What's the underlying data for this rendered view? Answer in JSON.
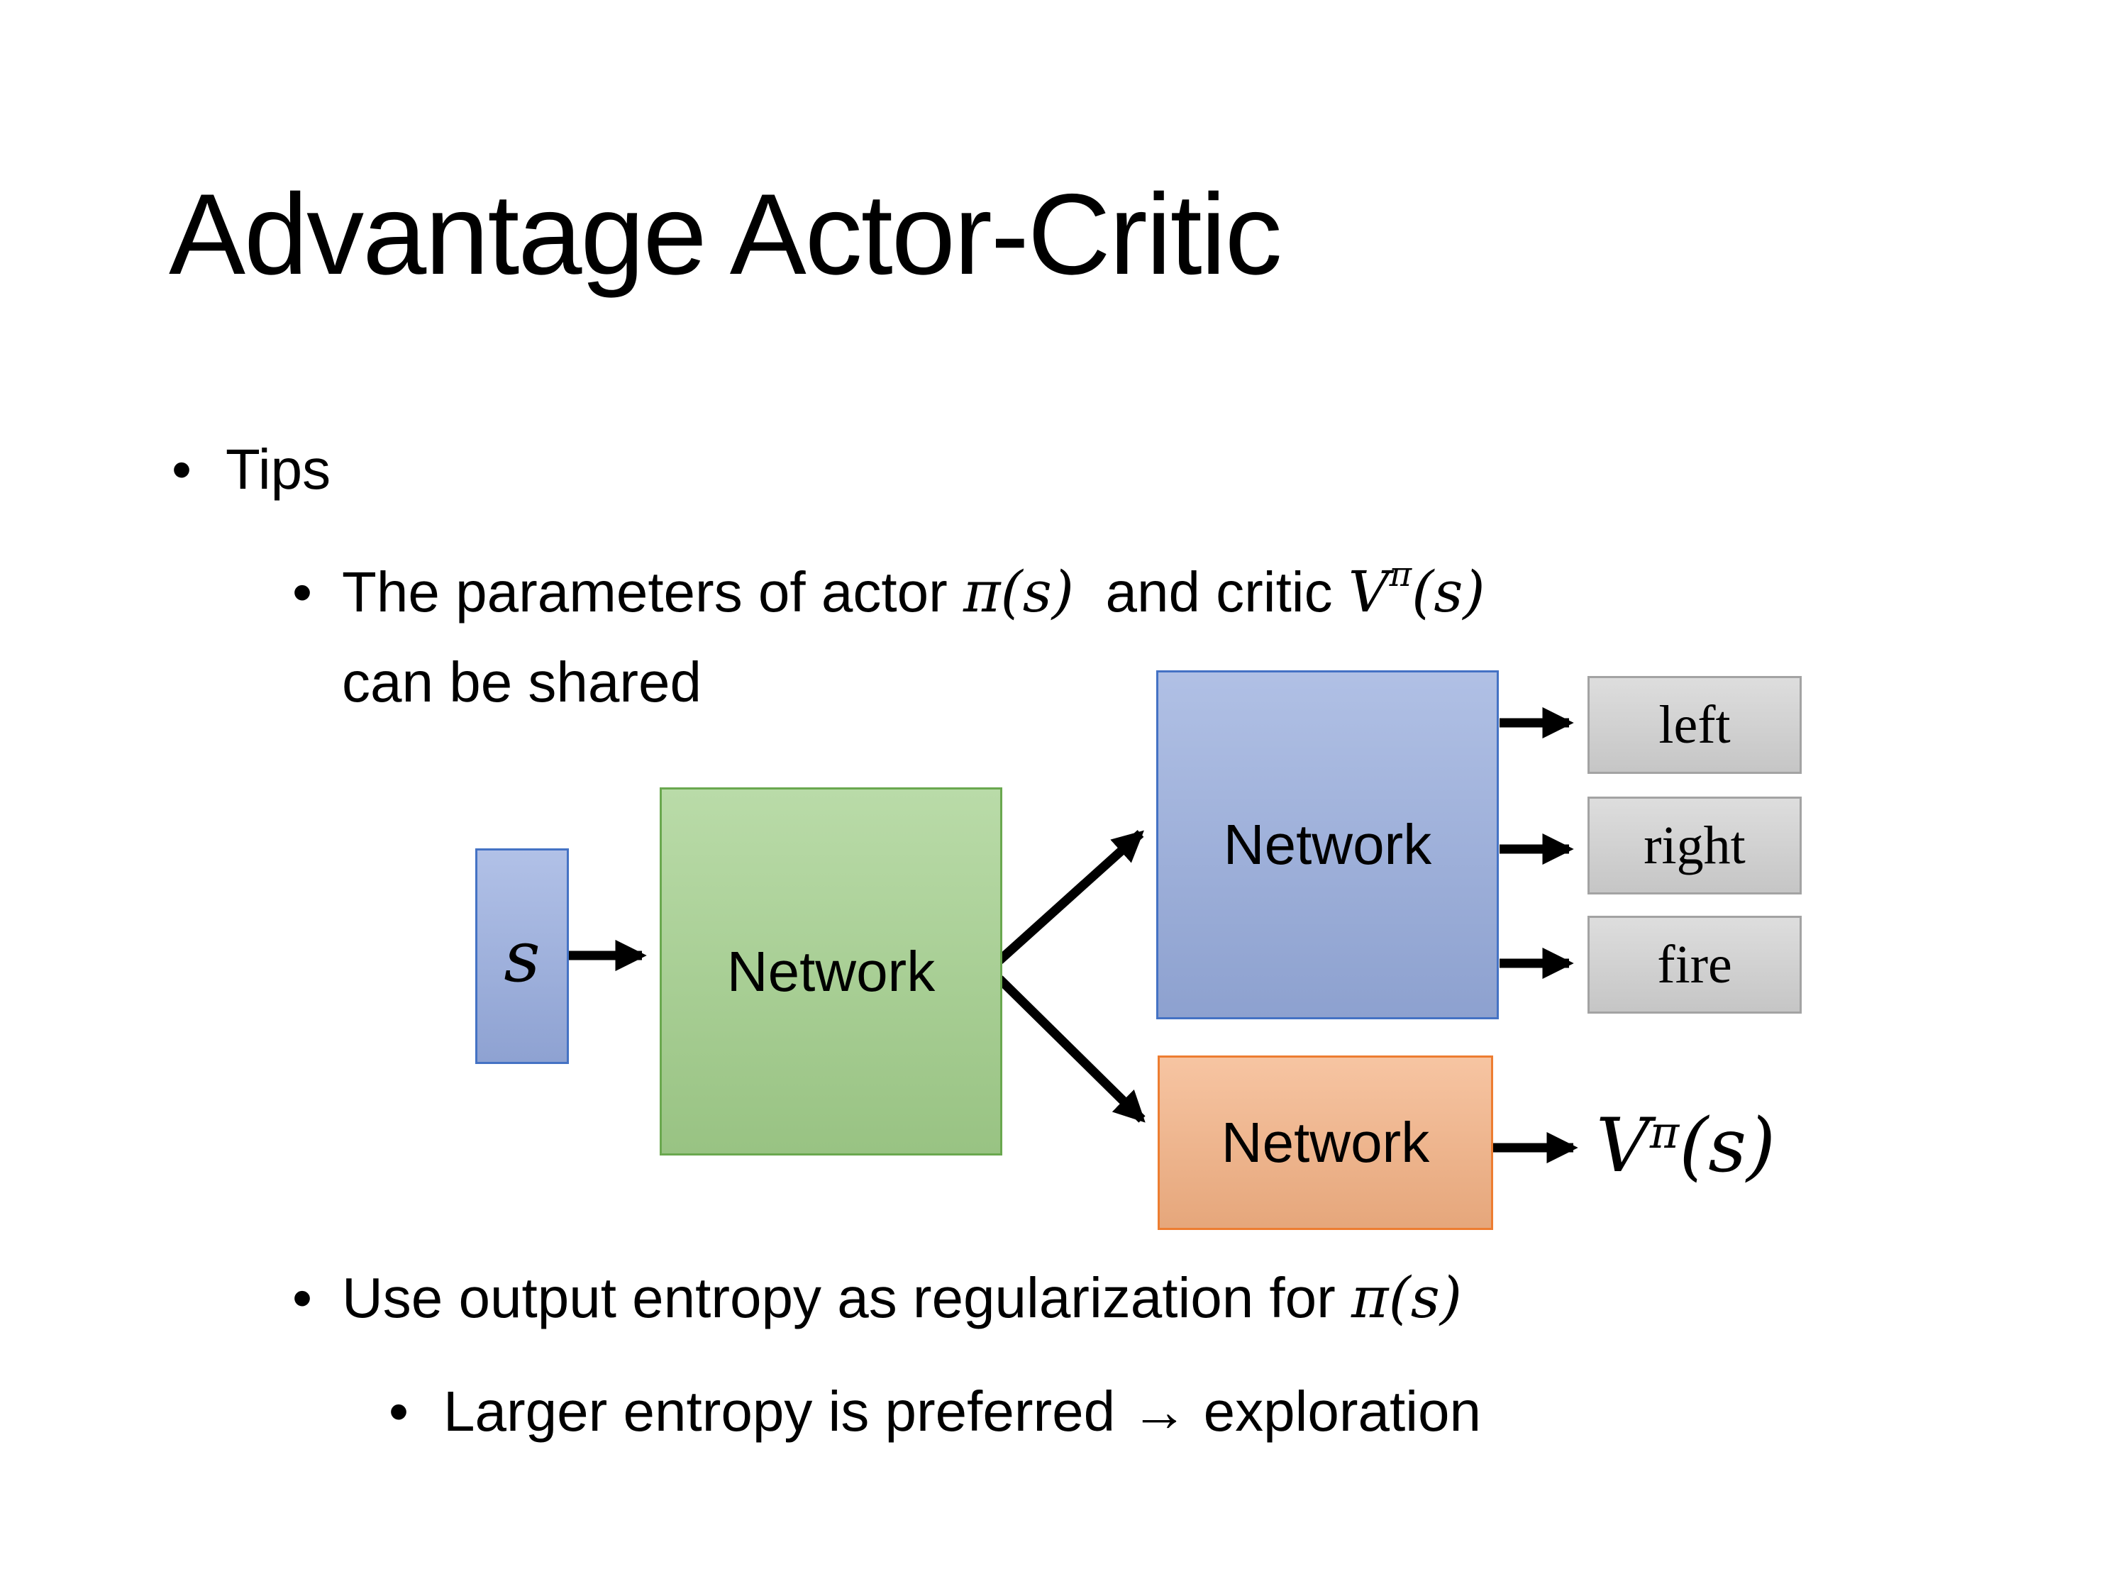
{
  "title": "Advantage Actor-Critic",
  "bullet_char": "•",
  "bullets": {
    "tips": "Tips",
    "param_pre": "The parameters of actor ",
    "param_math1": "π(s)",
    "param_mid": "  and critic ",
    "param_v": "V",
    "param_v_sup": "π",
    "param_v_args": "(s)",
    "param_line2": "can be shared",
    "entropy_pre": "Use output entropy as regularization for ",
    "entropy_math": "π(s)",
    "larger": "Larger entropy is preferred → exploration"
  },
  "diagram": {
    "state_label": "s",
    "shared_label": "Network",
    "actor_label": "Network",
    "critic_label": "Network",
    "actions": [
      "left",
      "right",
      "fire"
    ],
    "value_v": "V",
    "value_sup": "π",
    "value_args": "(s)"
  },
  "colors": {
    "background": "#ffffff",
    "text": "#000000",
    "arrow": "#000000",
    "state-fill": "#97acdf",
    "state-border": "#4472c4",
    "shared-fill": "#a2cf8b",
    "shared-border": "#6aa84f",
    "actor-fill": "#96abdc",
    "actor-border": "#4472c4",
    "critic-fill": "#f5b astonishing183",
    "critic-border": "#ed7d31",
    "action-fill": "#d2d2d2",
    "action-border": "#a3a3a3"
  }
}
